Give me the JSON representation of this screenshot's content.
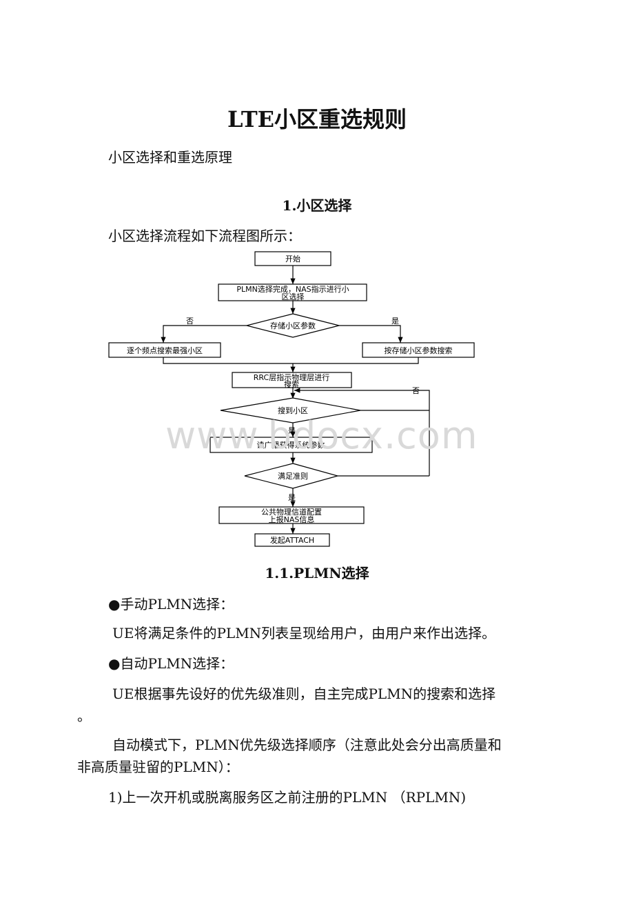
{
  "doc": {
    "title": "LTE小区重选规则",
    "subtitle": "小区选择和重选原理",
    "section1": "1.小区选择",
    "section1_intro": "小区选择流程如下流程图所示：",
    "section11": "1.1.PLMN选择",
    "bullet_manual": "●手动PLMN选择：",
    "manual_text": "UE将满足条件的PLMN列表呈现给用户，由用户来作出选择。",
    "bullet_auto": "●自动PLMN选择：",
    "auto_text_1": "UE根据事先设好的优先级准则，自主完成PLMN的搜索和选择",
    "auto_text_2": "。",
    "auto_mode_1": "自动模式下，PLMN优先级选择顺序（注意此处会分出高质量和",
    "auto_mode_2": "非高质量驻留的PLMN）：",
    "item1": "1)上一次开机或脱离服务区之前注册的PLMN （RPLMN)"
  },
  "flowchart": {
    "start": "开始",
    "plmn_line1": "PLMN选择完成，NAS指示进行小",
    "plmn_line2": "区选择",
    "stored_params": "存储小区参数",
    "no_label": "否",
    "yes_label": "是",
    "left_search": "逐个频点搜索最强小区",
    "right_search": "按存储小区参数搜索",
    "rrc_line1": "RRC层指示物理层进行",
    "rrc_line2": "搜索",
    "search_no": "否",
    "found_cell": "搜到小区",
    "found_yes": "是",
    "read_broadcast": "读广播获得系统参数",
    "criteria": "满足准则",
    "criteria_yes": "是",
    "common_line1": "公共物理信道配置",
    "common_line2": "上报NAS信息",
    "attach": "发起ATTACH"
  },
  "watermark": "www.bdocx.com"
}
